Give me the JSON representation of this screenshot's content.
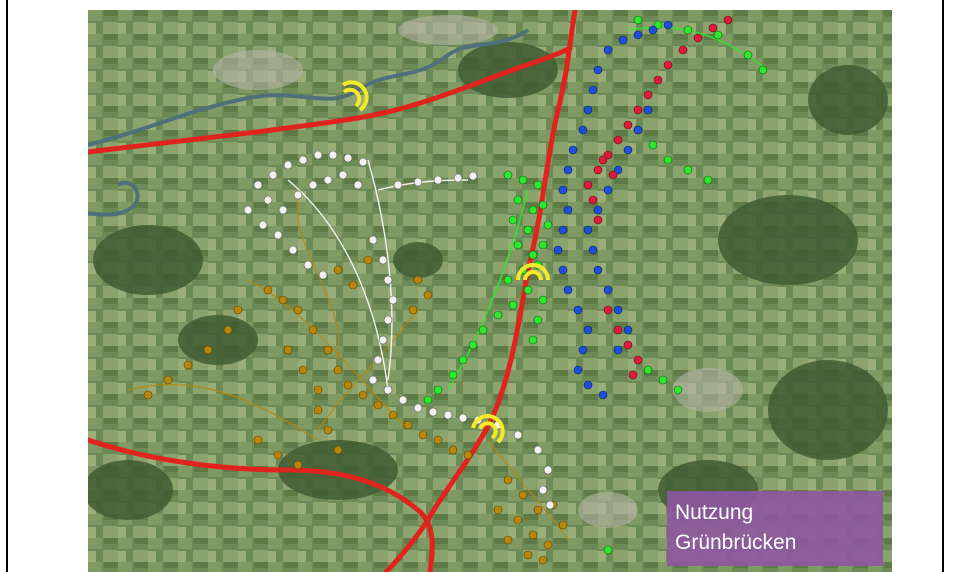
{
  "label": {
    "line1": "Nutzung",
    "line2": "Grünbrücken"
  },
  "colors": {
    "terrain": "#5d7a4a",
    "motorway": "#e0231d",
    "river": "#4f6f7a",
    "overpass_marker": "#f4ea2a",
    "track_white": "#f2f2f2",
    "track_ochre": "#b8860b",
    "track_green": "#2ee82e",
    "track_blue": "#1f4fd8",
    "track_red": "#e01b3a",
    "label_box": "#8e56a0"
  },
  "legend_tracks": [
    "white",
    "ochre",
    "green",
    "blue",
    "red"
  ],
  "icons": {
    "overpass": "wildlife-overpass-icon"
  }
}
